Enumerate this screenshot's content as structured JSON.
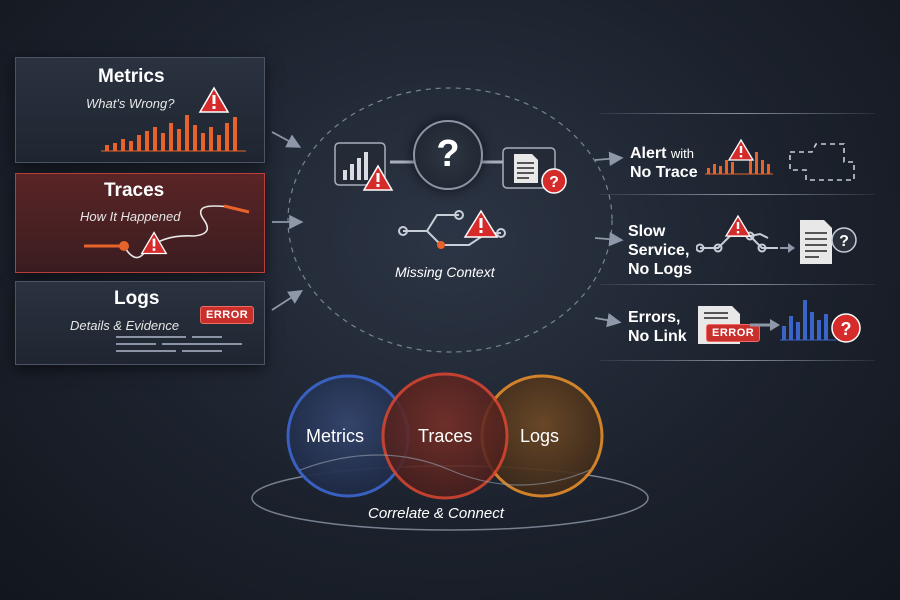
{
  "panels": {
    "metrics": {
      "title": "Metrics",
      "subtitle": "What's Wrong?"
    },
    "traces": {
      "title": "Traces",
      "subtitle": "How It Happened"
    },
    "logs": {
      "title": "Logs",
      "subtitle": "Details & Evidence",
      "badge": "ERROR"
    }
  },
  "center": {
    "question": "?",
    "label": "Missing Context"
  },
  "scenarios": [
    {
      "line1": "Alert",
      "line1_small": "with",
      "line2": "No Trace"
    },
    {
      "line1": "Slow",
      "line2": "Service,",
      "line3": "No Logs"
    },
    {
      "line1": "Errors,",
      "line2": "No Link",
      "badge": "ERROR"
    }
  ],
  "venn": {
    "circles": [
      "Metrics",
      "Traces",
      "Logs"
    ],
    "caption": "Correlate & Connect"
  },
  "colors": {
    "metrics": "#3a64c8",
    "traces": "#d9452f",
    "logs": "#e08a2a",
    "alert": "#d62b2b",
    "bars": "#e8632b"
  },
  "icons": [
    "warning-icon",
    "question-icon",
    "document-icon",
    "bar-chart-icon",
    "trace-path-icon",
    "dashed-box-icon",
    "arrow-icon"
  ]
}
